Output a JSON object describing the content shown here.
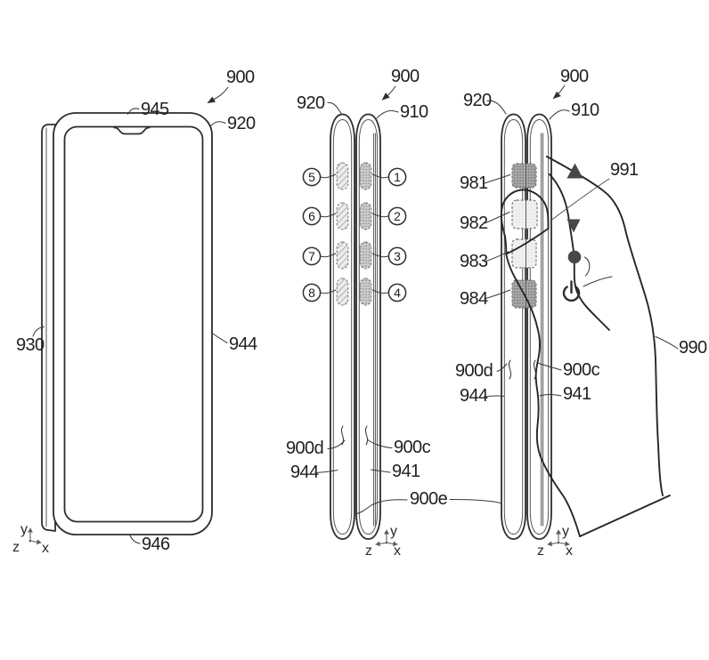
{
  "page": {
    "background": "#ffffff"
  },
  "colors": {
    "line": "#2e2e2e",
    "label_text": "#1f1f1f",
    "icon_fill": "#474747",
    "pad_dark_bg": "#ababab",
    "pad_dark_dot": "#787878",
    "pad_light_bg": "#f1f1f1",
    "pad_light_dot": "#dcdcdc",
    "pill_hatch_bg": "#ececec",
    "pill_hatch_line": "#9a9a9a",
    "pill_dot_bg": "#cfcfcf",
    "pill_dot": "#8a8a8a"
  },
  "front_view": {
    "refs": {
      "r900": "900",
      "r945": "945",
      "r920": "920",
      "r930": "930",
      "r944": "944",
      "r946": "946"
    },
    "axis": {
      "up": "y",
      "out": "z",
      "right": "x"
    }
  },
  "side_view": {
    "refs": {
      "r900": "900",
      "r920": "920",
      "r910": "910",
      "r900d": "900d",
      "r900c": "900c",
      "r944": "944",
      "r941": "941",
      "r900e": "900e"
    },
    "left_keys": [
      "5",
      "6",
      "7",
      "8"
    ],
    "right_keys": [
      "1",
      "2",
      "3",
      "4"
    ],
    "axis": {
      "up": "y",
      "left": "z",
      "right": "x"
    }
  },
  "hand_view": {
    "refs": {
      "r900": "900",
      "r920": "920",
      "r910": "910",
      "r981": "981",
      "r982": "982",
      "r983": "983",
      "r984": "984",
      "r991": "991",
      "r990": "990",
      "r900d": "900d",
      "r900c": "900c",
      "r944": "944",
      "r941": "941"
    },
    "axis": {
      "up": "y",
      "left": "z",
      "right": "x"
    }
  }
}
